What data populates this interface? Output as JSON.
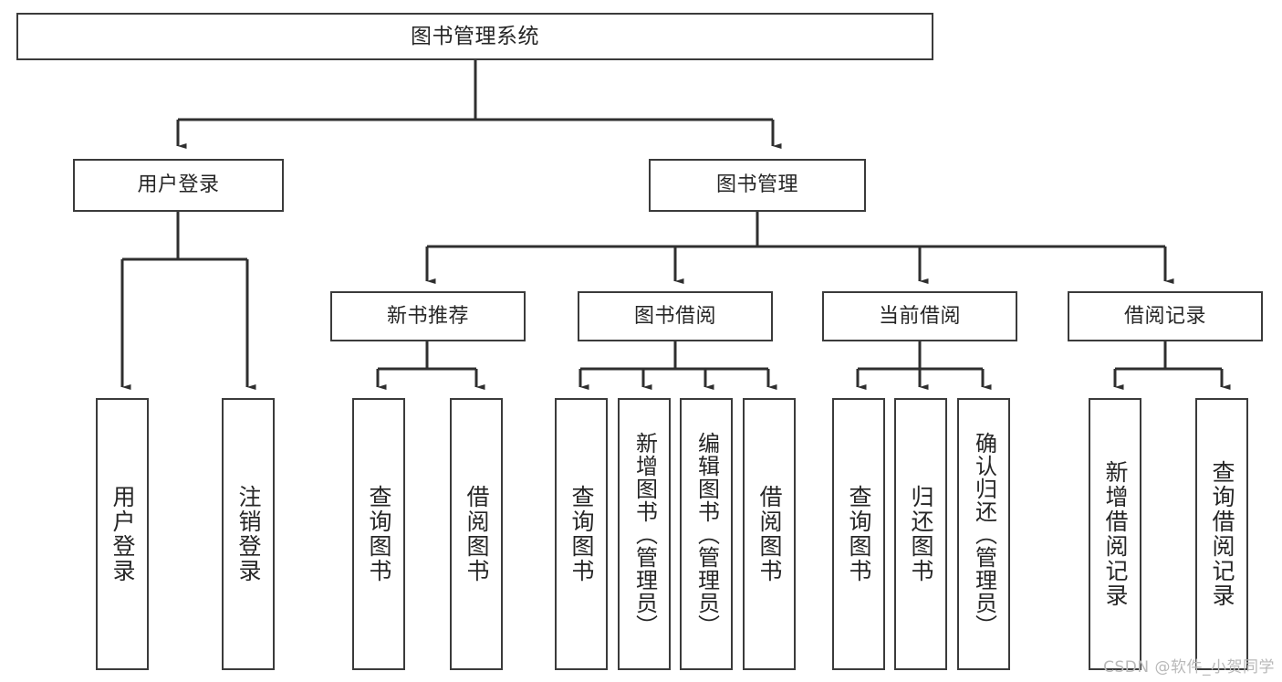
{
  "diagram": {
    "type": "tree",
    "title": "图书管理系统",
    "background_color": "#ffffff",
    "border_color": "#3b3b3b",
    "text_color": "#262626",
    "root": {
      "label": "图书管理系统"
    },
    "level1": [
      {
        "label": "用户登录"
      },
      {
        "label": "图书管理"
      }
    ],
    "level2": [
      {
        "label": "新书推荐"
      },
      {
        "label": "图书借阅"
      },
      {
        "label": "当前借阅"
      },
      {
        "label": "借阅记录"
      }
    ],
    "leaves": {
      "user_login": [
        {
          "label": "用户登录"
        },
        {
          "label": "注销登录"
        }
      ],
      "new_book_recommend": [
        {
          "label": "查询图书"
        },
        {
          "label": "借阅图书"
        }
      ],
      "book_borrow": [
        {
          "label": "查询图书"
        },
        {
          "label": "新增图书（管理员）"
        },
        {
          "label": "编辑图书（管理员）"
        },
        {
          "label": "借阅图书"
        }
      ],
      "current_borrow": [
        {
          "label": "查询图书"
        },
        {
          "label": "归还图书"
        },
        {
          "label": "确认归还（管理员）"
        }
      ],
      "borrow_record": [
        {
          "label": "新增借阅记录"
        },
        {
          "label": "查询借阅记录"
        }
      ]
    }
  },
  "watermark": {
    "text": "CSDN @软件_小贺同学"
  }
}
